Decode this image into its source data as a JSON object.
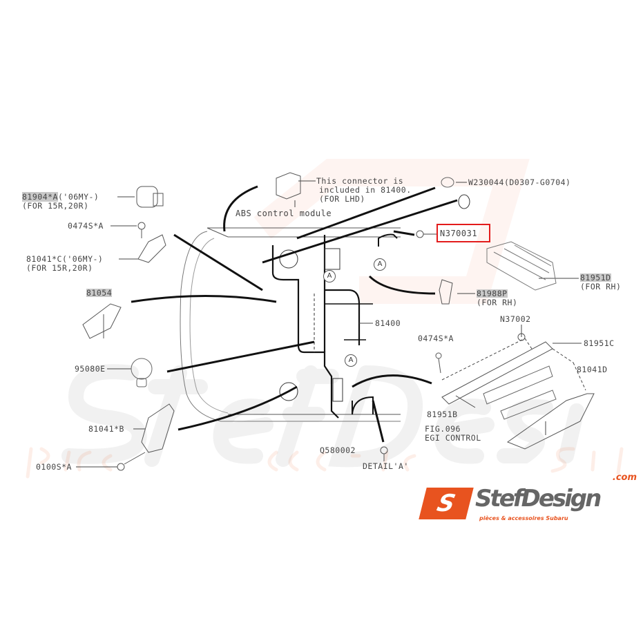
{
  "labels": {
    "p81904": "81904*A",
    "p81904_suffix": "('06MY-)",
    "p81904_note": "(FOR 15R,20R)",
    "p0474_left": "0474S*A",
    "p81041c": "81041*C('06MY-)",
    "p81041c_note": "(FOR 15R,20R)",
    "p81054": "81054",
    "p95080e": "95080E",
    "p81041b": "81041*B",
    "p0100s": "0100S*A",
    "abs": "ABS control module",
    "connector_note_1": "This connector is",
    "connector_note_2": "included in 81400.",
    "connector_note_3": "(FOR LHD)",
    "w230044": "W230044(D0307-G0704)",
    "n370031": "N370031",
    "p81951d": "81951D",
    "p81951d_note": "(FOR RH)",
    "p81988p": "81988P",
    "p81988p_note": "(FOR RH)",
    "n37002": "N37002",
    "p81400": "81400",
    "p0474_right": "0474S*A",
    "p81951c": "81951C",
    "p81041d": "81041D",
    "p81951b": "81951B",
    "fig096": "FIG.096",
    "egi": "EGI CONTROL",
    "q580002": "Q580002",
    "detail": "DETAIL'A'",
    "circle_a": "A"
  },
  "highlighted_part": "N370031",
  "watermark": {
    "name": "StefDesign",
    "tagline": "pièces & accessoires Subaru"
  },
  "logo": {
    "letter": "S",
    "name": "StefDesign",
    "com": ".com",
    "tagline": "pièces & accessoires Subaru"
  },
  "colors": {
    "highlight_box": "#e31b1b",
    "brand": "#e8531f"
  }
}
